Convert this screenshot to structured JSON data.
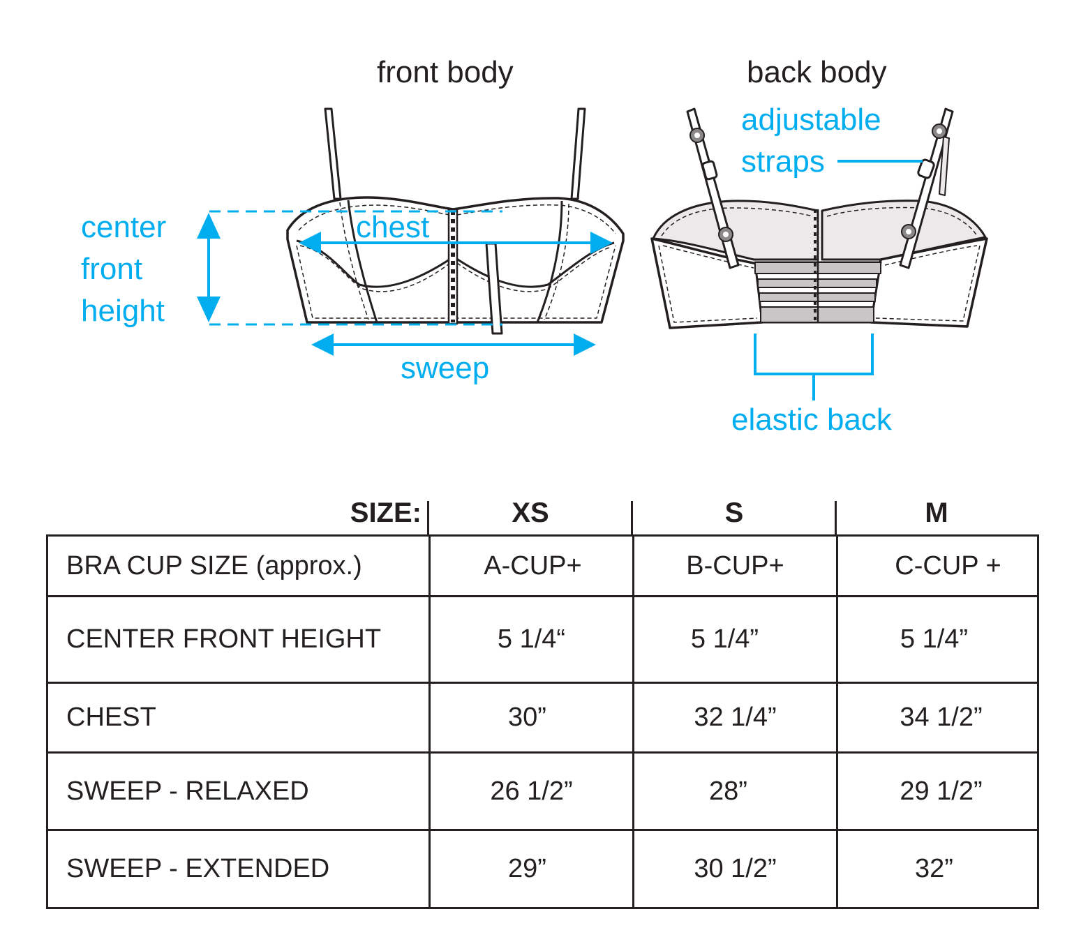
{
  "colors": {
    "accent": "#00aeef",
    "ink": "#231f20",
    "fill_gray": "#c8c6c6",
    "inner_gray": "#ebe9e9"
  },
  "diagram": {
    "front_title": "front body",
    "back_title": "back body",
    "center_front_height": [
      "center",
      "front",
      "height"
    ],
    "chest_label": "chest",
    "sweep_label": "sweep",
    "adjustable_straps": [
      "adjustable",
      "straps"
    ],
    "elastic_back_label": "elastic back"
  },
  "table": {
    "size_label": "SIZE:",
    "sizes": [
      "XS",
      "S",
      "M"
    ],
    "rows": [
      {
        "label": "BRA CUP SIZE (approx.)",
        "values": [
          "A-CUP+",
          "B-CUP+",
          "C-CUP +"
        ]
      },
      {
        "label": "CENTER FRONT HEIGHT",
        "values": [
          "5 1/4“",
          "5 1/4”",
          "5 1/4”"
        ]
      },
      {
        "label": "CHEST",
        "values": [
          "30”",
          "32 1/4”",
          "34 1/2”"
        ]
      },
      {
        "label": "SWEEP - RELAXED",
        "values": [
          "26 1/2”",
          "28”",
          "29 1/2”"
        ]
      },
      {
        "label": "SWEEP - EXTENDED",
        "values": [
          "29”",
          "30 1/2”",
          "32”"
        ]
      }
    ]
  }
}
